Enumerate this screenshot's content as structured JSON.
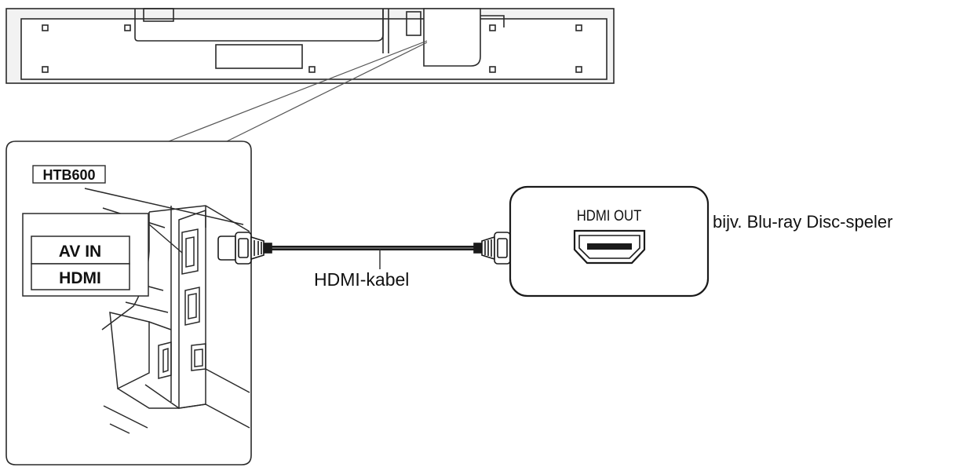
{
  "model_label": "HTB600",
  "port_label": {
    "line1": "AV IN",
    "line2": "HDMI"
  },
  "device": {
    "port_label": "HDMI OUT",
    "caption": "bijv. Blu-ray Disc-speler"
  },
  "cable_label": "HDMI-kabel",
  "colors": {
    "line": "#2a2a2a",
    "panel_fill": "#f2f2f2",
    "background": "#ffffff"
  }
}
